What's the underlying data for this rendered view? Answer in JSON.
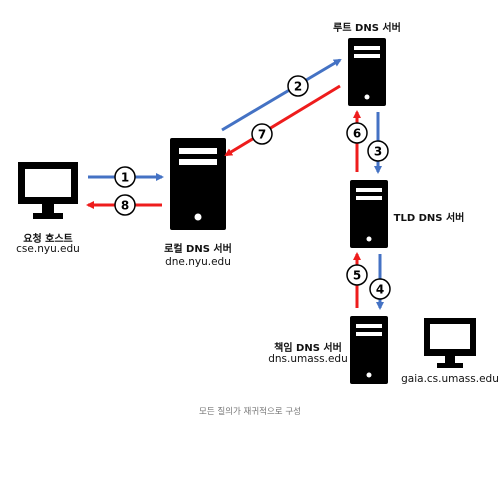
{
  "nodes": {
    "requesting_host": {
      "title": "요청 호스트",
      "hostname": "cse.nyu.edu"
    },
    "local_dns": {
      "title": "로컬 DNS 서버",
      "hostname": "dne.nyu.edu"
    },
    "root_dns": {
      "title": "루트 DNS 서버"
    },
    "tld_dns": {
      "title": "TLD DNS 서버"
    },
    "authoritative_dns": {
      "title": "책임 DNS 서버",
      "hostname": "dns.umass.edu"
    },
    "target_host": {
      "hostname": "gaia.cs.umass.edu"
    }
  },
  "steps": [
    "1",
    "2",
    "3",
    "4",
    "5",
    "6",
    "7",
    "8"
  ],
  "colors": {
    "query": "#4472c4",
    "response": "#ee1c1c",
    "device": "#000000"
  },
  "caption": "모든 질의가 재귀적으로 구성"
}
